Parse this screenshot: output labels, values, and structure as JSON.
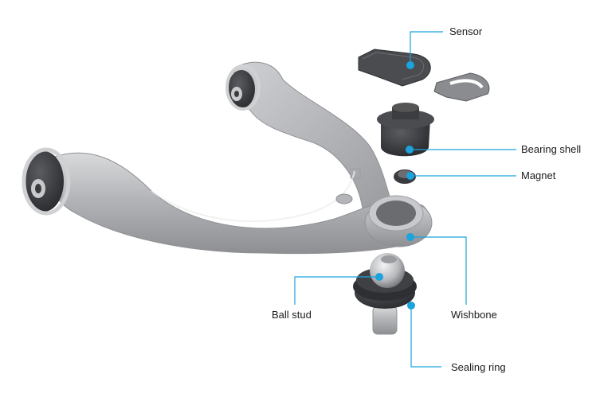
{
  "diagram": {
    "subject": "Exploded view of a suspension wishbone (upper control arm) with integrated sensor",
    "accent_color": "#1aa3dc",
    "callouts": [
      {
        "id": "sensor",
        "label": "Sensor"
      },
      {
        "id": "bearing-shell",
        "label": "Bearing shell"
      },
      {
        "id": "magnet",
        "label": "Magnet"
      },
      {
        "id": "wishbone",
        "label": "Wishbone"
      },
      {
        "id": "ball-stud",
        "label": "Ball stud"
      },
      {
        "id": "sealing-ring",
        "label": "Sealing ring"
      }
    ]
  }
}
